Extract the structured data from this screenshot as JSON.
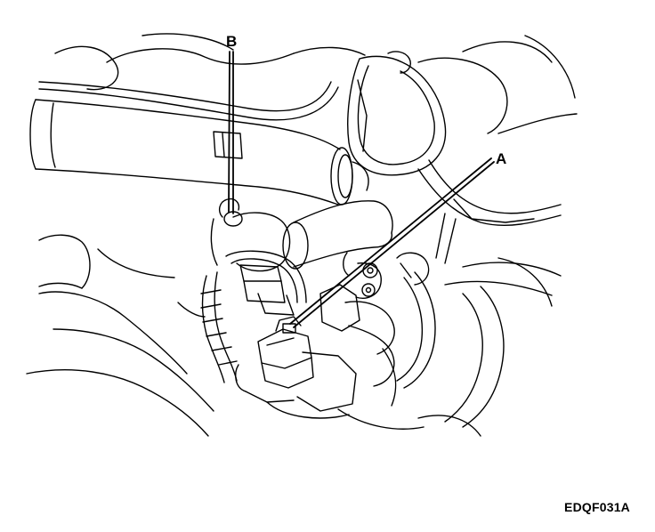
{
  "callouts": {
    "a": "A",
    "b": "B"
  },
  "figure_code": "EDQF031A",
  "colors": {
    "line": "#000000",
    "background": "#ffffff"
  }
}
